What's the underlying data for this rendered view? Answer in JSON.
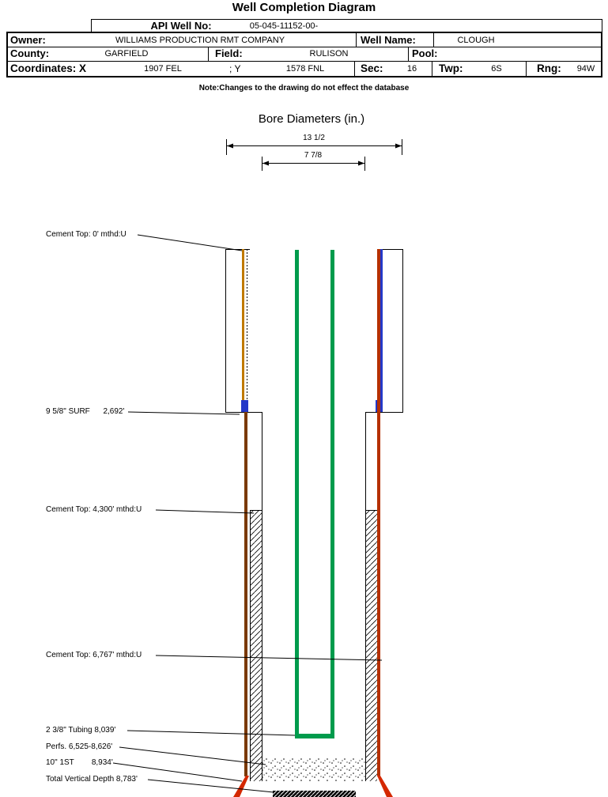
{
  "title": "Well Completion Diagram",
  "header": {
    "api_label": "API Well No:",
    "api_value": "05-045-11152-00-",
    "owner_label": "Owner:",
    "owner_value": "WILLIAMS PRODUCTION RMT COMPANY",
    "well_name_label": "Well Name:",
    "well_name_value": "CLOUGH",
    "county_label": "County:",
    "county_value": "GARFIELD",
    "field_label": "Field:",
    "field_value": "RULISON",
    "pool_label": "Pool:",
    "coordinates_label": "Coordinates: X",
    "x_value": "1907 FEL",
    "y_label": "; Y",
    "y_value": "1578 FNL",
    "sec_label": "Sec:",
    "sec_value": "16",
    "twp_label": "Twp:",
    "twp_value": "6S",
    "rng_label": "Rng:",
    "rng_value": "94W"
  },
  "note": "Note:Changes to the drawing do not effect the database",
  "diagram": {
    "bore_heading": "Bore Diameters (in.)",
    "dim_outer": "13 1/2",
    "dim_inner": "7 7/8",
    "annotations": [
      {
        "text": "Cement Top: 0' mthd:U"
      },
      {
        "text": "9 5/8\" SURF      2,692'"
      },
      {
        "text": "Cement Top: 4,300' mthd:U"
      },
      {
        "text": "Cement Top: 6,767' mthd:U"
      },
      {
        "text": "2 3/8\" Tubing 8,039'"
      },
      {
        "text": "Perfs. 6,525-8,626'"
      },
      {
        "text": "10\" 1ST        8,934'"
      },
      {
        "text": "Total Vertical Depth 8,783'"
      }
    ],
    "colors": {
      "tubing_green": "#009B4C",
      "surface_casing_orange": "#C07A00",
      "production_casing_brown": "#7A3900",
      "production_casing_red": "#B53000",
      "shoe_blue": "#2438C8",
      "flare_red": "#D42800"
    }
  }
}
